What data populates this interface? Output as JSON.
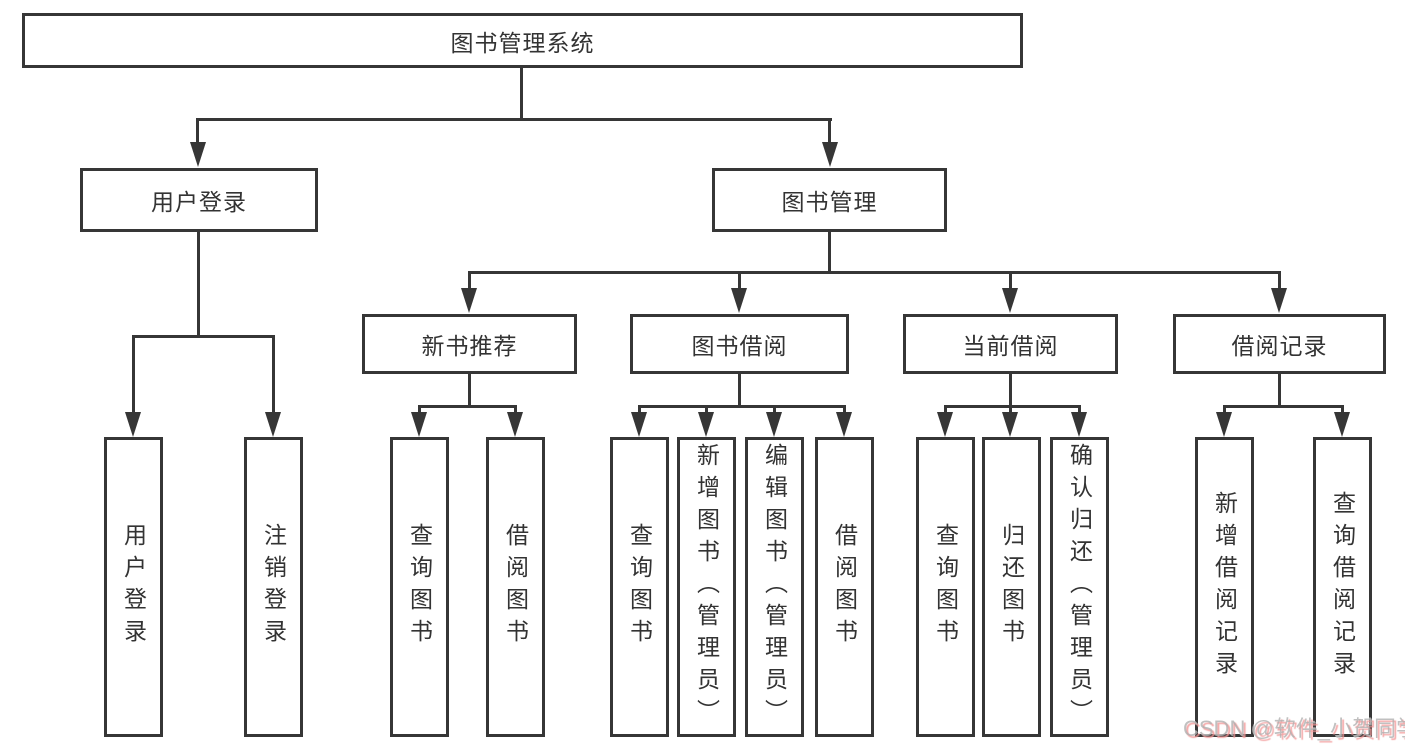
{
  "colors": {
    "line": "#363636",
    "text": "#333333",
    "box_background": "#ffffff",
    "page_background": "#ffffff",
    "watermark_gray": "#b0b0b0",
    "watermark_pink": "#f29898"
  },
  "nodes": {
    "root": "图书管理系统",
    "level2": [
      {
        "label": "用户登录"
      },
      {
        "label": "图书管理"
      }
    ],
    "level3": [
      {
        "label": "新书推荐"
      },
      {
        "label": "图书借阅"
      },
      {
        "label": "当前借阅"
      },
      {
        "label": "借阅记录"
      }
    ],
    "leaves": {
      "user_login": [
        "用户登录",
        "注销登录"
      ],
      "new_book_rec": [
        "查询图书",
        "借阅图书"
      ],
      "book_borrow": [
        "查询图书",
        "新增图书（管理员）",
        "编辑图书（管理员）",
        "借阅图书"
      ],
      "current_borrow": [
        "查询图书",
        "归还图书",
        "确认归还（管理员）"
      ],
      "borrow_records": [
        "新增借阅记录",
        "查询借阅记录"
      ]
    }
  },
  "watermark": {
    "text": "CSDN @软件_小贺同学"
  }
}
